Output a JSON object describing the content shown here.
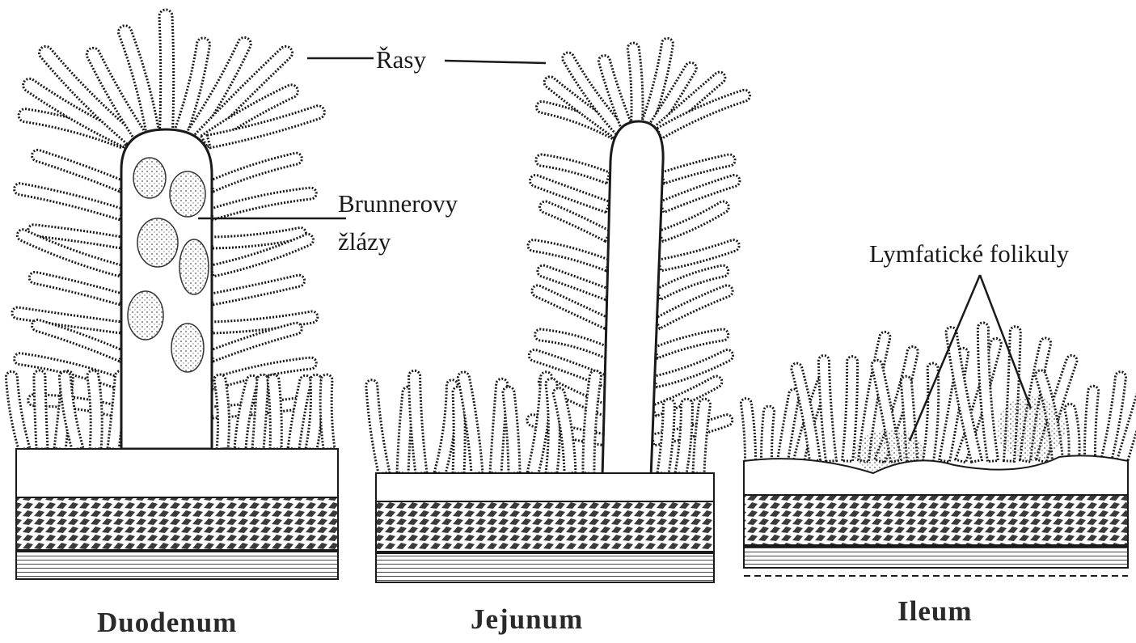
{
  "labels": {
    "villi": "Řasy",
    "brunner_line1": "Brunnerovy",
    "brunner_line2": "žlázy",
    "lymphatic": "Lymfatické folikuly"
  },
  "sections": [
    {
      "name": "Duodenum"
    },
    {
      "name": "Jejunum"
    },
    {
      "name": "Ileum"
    }
  ],
  "colors": {
    "ink": "#1a1a1a",
    "muscle": "#3a3a3a",
    "paper": "#ffffff"
  }
}
